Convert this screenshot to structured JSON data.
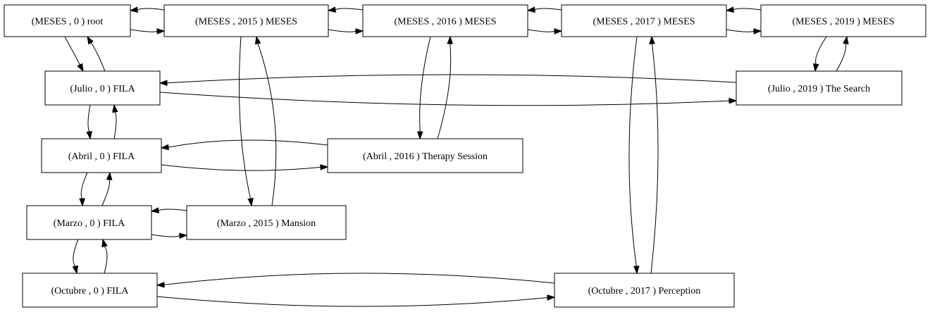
{
  "nodes": [
    {
      "id": "root",
      "label": "(MESES , 0 ) root"
    },
    {
      "id": "m2015",
      "label": "(MESES , 2015 ) MESES"
    },
    {
      "id": "m2016",
      "label": "(MESES , 2016 ) MESES"
    },
    {
      "id": "m2017",
      "label": "(MESES , 2017 ) MESES"
    },
    {
      "id": "m2019",
      "label": "(MESES , 2019 ) MESES"
    },
    {
      "id": "julio",
      "label": "(Julio , 0 ) FILA"
    },
    {
      "id": "julio2019",
      "label": "(Julio , 2019 ) The Search"
    },
    {
      "id": "abril",
      "label": "(Abril , 0 ) FILA"
    },
    {
      "id": "abril2016",
      "label": "(Abril , 2016 ) Therapy Session"
    },
    {
      "id": "marzo",
      "label": "(Marzo , 0 ) FILA"
    },
    {
      "id": "marzo2015",
      "label": "(Marzo , 2015 ) Mansion"
    },
    {
      "id": "octubre",
      "label": "(Octubre , 0 ) FILA"
    },
    {
      "id": "octubre2017",
      "label": "(Octubre , 2017 ) Perception"
    }
  ],
  "edges": [
    {
      "from": "root",
      "to": "m2015"
    },
    {
      "from": "m2015",
      "to": "root"
    },
    {
      "from": "m2015",
      "to": "m2016"
    },
    {
      "from": "m2016",
      "to": "m2015"
    },
    {
      "from": "m2016",
      "to": "m2017"
    },
    {
      "from": "m2017",
      "to": "m2016"
    },
    {
      "from": "m2017",
      "to": "m2019"
    },
    {
      "from": "m2019",
      "to": "m2017"
    },
    {
      "from": "root",
      "to": "julio"
    },
    {
      "from": "julio",
      "to": "root"
    },
    {
      "from": "m2019",
      "to": "julio2019"
    },
    {
      "from": "julio2019",
      "to": "m2019"
    },
    {
      "from": "julio",
      "to": "julio2019"
    },
    {
      "from": "julio2019",
      "to": "julio"
    },
    {
      "from": "julio",
      "to": "abril"
    },
    {
      "from": "abril",
      "to": "julio"
    },
    {
      "from": "abril",
      "to": "abril2016"
    },
    {
      "from": "abril2016",
      "to": "abril"
    },
    {
      "from": "m2016",
      "to": "abril2016"
    },
    {
      "from": "abril2016",
      "to": "m2016"
    },
    {
      "from": "abril",
      "to": "marzo"
    },
    {
      "from": "marzo",
      "to": "abril"
    },
    {
      "from": "marzo",
      "to": "marzo2015"
    },
    {
      "from": "marzo2015",
      "to": "marzo"
    },
    {
      "from": "m2015",
      "to": "marzo2015"
    },
    {
      "from": "marzo2015",
      "to": "m2015"
    },
    {
      "from": "marzo",
      "to": "octubre"
    },
    {
      "from": "octubre",
      "to": "marzo"
    },
    {
      "from": "octubre",
      "to": "octubre2017"
    },
    {
      "from": "octubre2017",
      "to": "octubre"
    },
    {
      "from": "m2017",
      "to": "octubre2017"
    },
    {
      "from": "octubre2017",
      "to": "m2017"
    }
  ]
}
